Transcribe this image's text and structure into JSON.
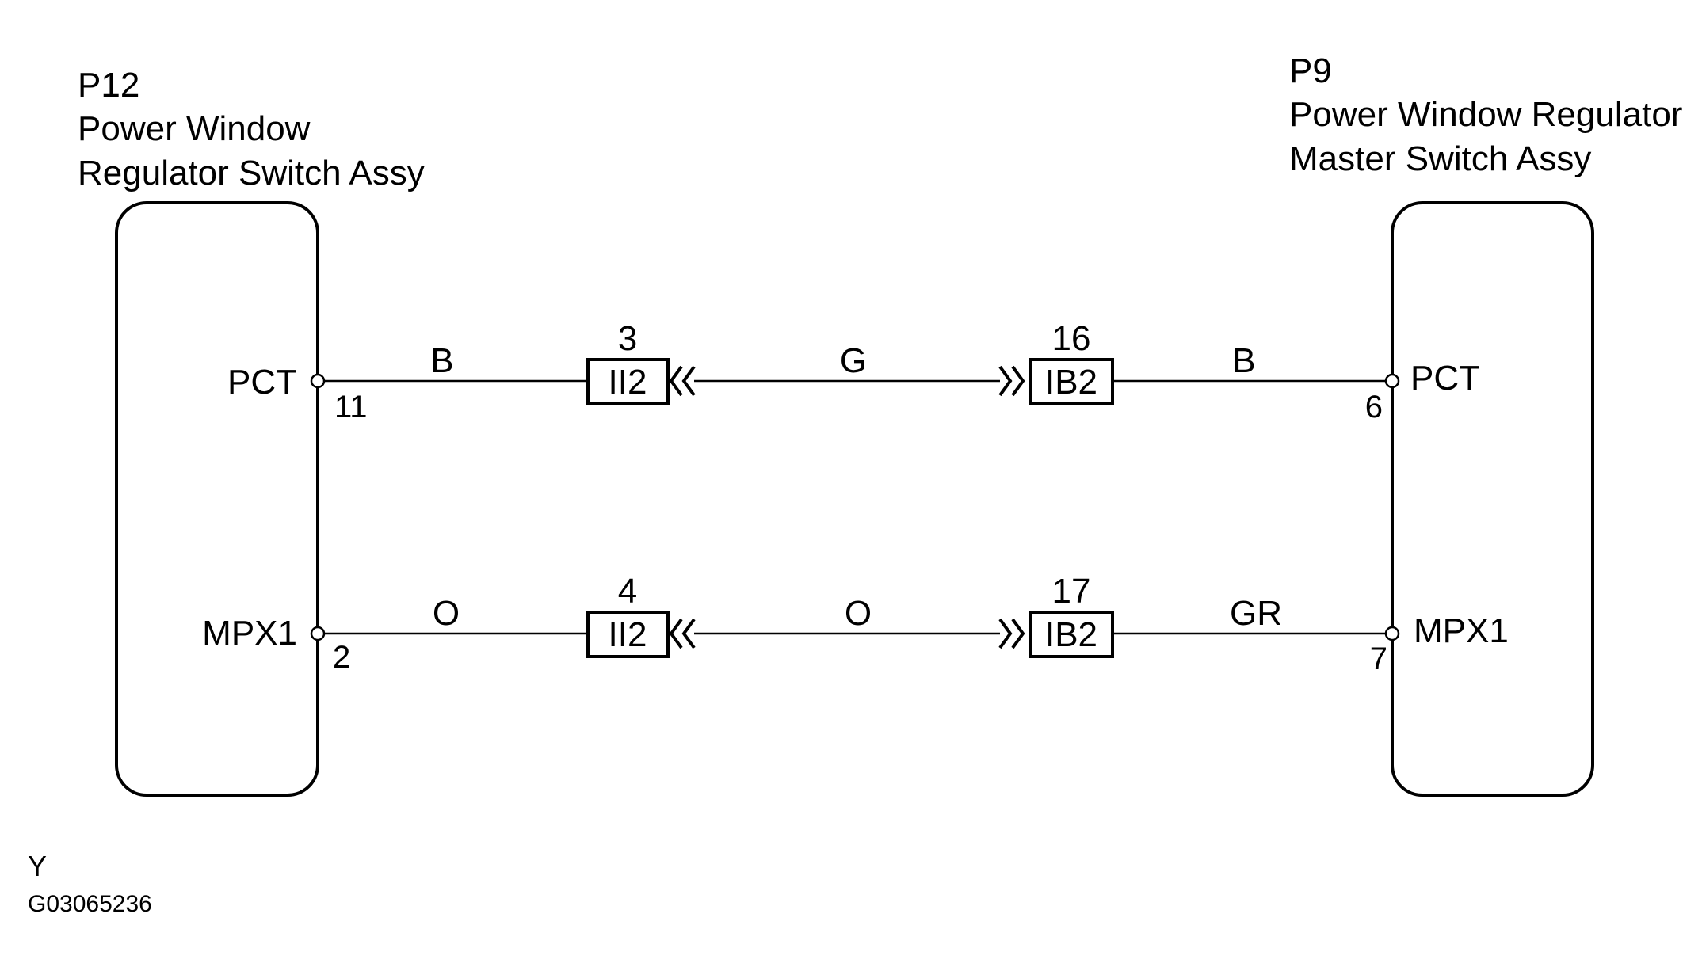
{
  "diagram": {
    "left_component": {
      "code": "P12",
      "name_line1": "Power Window",
      "name_line2": "Regulator Switch Assy"
    },
    "right_component": {
      "code": "P9",
      "name_line1": "Power Window Regulator",
      "name_line2": "Master Switch Assy"
    },
    "circuits": [
      {
        "left_terminal": "PCT",
        "left_pin": "11",
        "left_wire_color": "B",
        "left_connector": "II2",
        "left_connector_pin": "3",
        "middle_wire_color": "G",
        "right_connector": "IB2",
        "right_connector_pin": "16",
        "right_wire_color": "B",
        "right_terminal": "PCT",
        "right_pin": "6"
      },
      {
        "left_terminal": "MPX1",
        "left_pin": "2",
        "left_wire_color": "O",
        "left_connector": "II2",
        "left_connector_pin": "4",
        "middle_wire_color": "O",
        "right_connector": "IB2",
        "right_connector_pin": "17",
        "right_wire_color": "GR",
        "right_terminal": "MPX1",
        "right_pin": "7"
      }
    ],
    "footer": {
      "mark": "Y",
      "figure_id": "G03065236"
    }
  }
}
